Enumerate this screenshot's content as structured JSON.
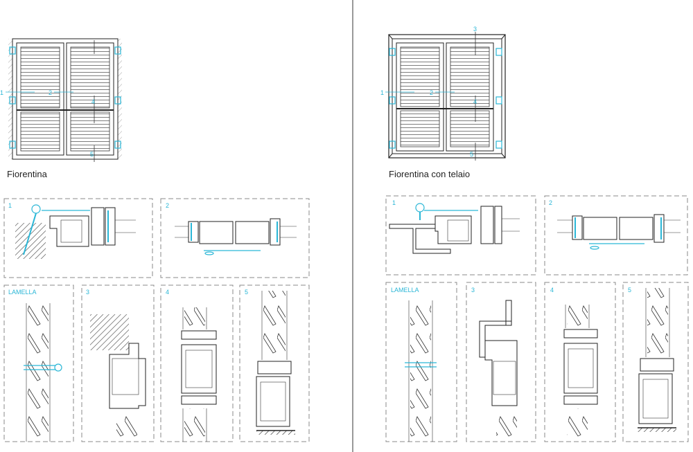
{
  "colors": {
    "accent": "#29b6d6",
    "line": "#222222",
    "dash": "#888888"
  },
  "left": {
    "title": "Fiorentina",
    "callouts": {
      "c1": "1",
      "c2": "2",
      "c4": "4",
      "c5": "5"
    },
    "details": {
      "d1": "1",
      "d2": "2",
      "lamella": "LAMELLA",
      "d3": "3",
      "d4": "4",
      "d5": "5"
    }
  },
  "right": {
    "title": "Fiorentina con telaio",
    "callouts": {
      "c1": "1",
      "c2": "2",
      "c3": "3",
      "c4": "4",
      "c5": "5"
    },
    "details": {
      "d1": "1",
      "d2": "2",
      "lamella": "LAMELLA",
      "d3": "3",
      "d4": "4",
      "d5": "5"
    }
  }
}
